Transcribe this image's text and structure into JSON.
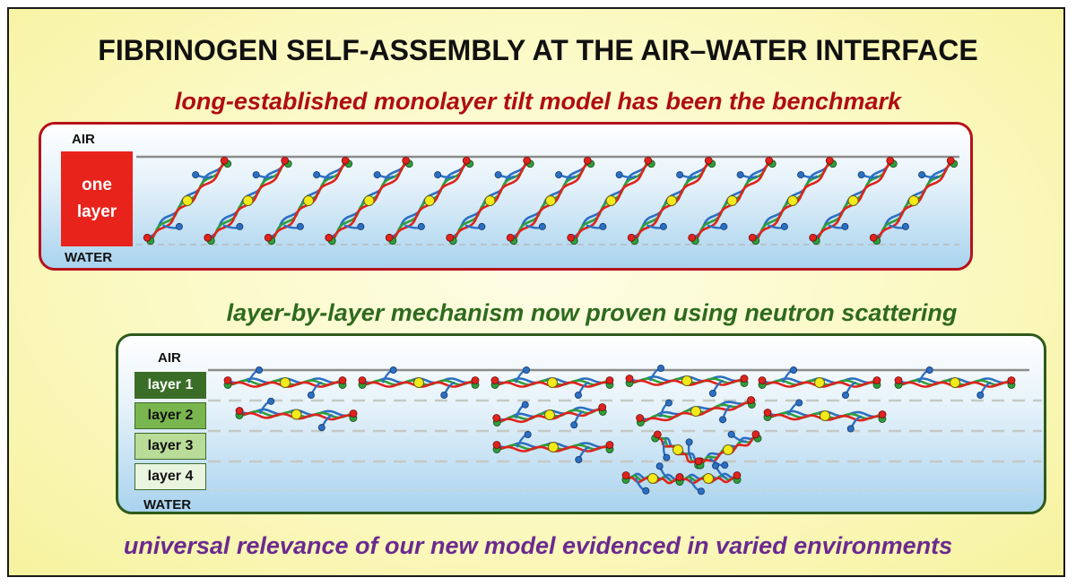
{
  "title": "FIBRINOGEN SELF-ASSEMBLY AT THE AIR–WATER INTERFACE",
  "subtitle_top": "long-established monolayer tilt model has been the benchmark",
  "subtitle_middle": "layer-by-layer mechanism now proven using neutron scattering",
  "subtitle_bottom": "universal relevance of our new model evidenced in varied environments",
  "monolayer_panel": {
    "air_label": "AIR",
    "water_label": "WATER",
    "layer_label": "one layer",
    "molecule_count": 13
  },
  "multilayer_panel": {
    "air_label": "AIR",
    "water_label": "WATER",
    "layers": [
      "layer 1",
      "layer 2",
      "layer 3",
      "layer 4"
    ]
  },
  "colors": {
    "title": "#111111",
    "subtitle_top": "#b00d12",
    "subtitle_middle": "#2e6a1e",
    "subtitle_bottom": "#6b2a8f",
    "strand_red": "#e0231d",
    "strand_green": "#2f9e3a",
    "strand_blue": "#2b6fc2",
    "center_node": "#f3ea1c"
  },
  "icons": [
    "fibrinogen-molecule-icon"
  ]
}
